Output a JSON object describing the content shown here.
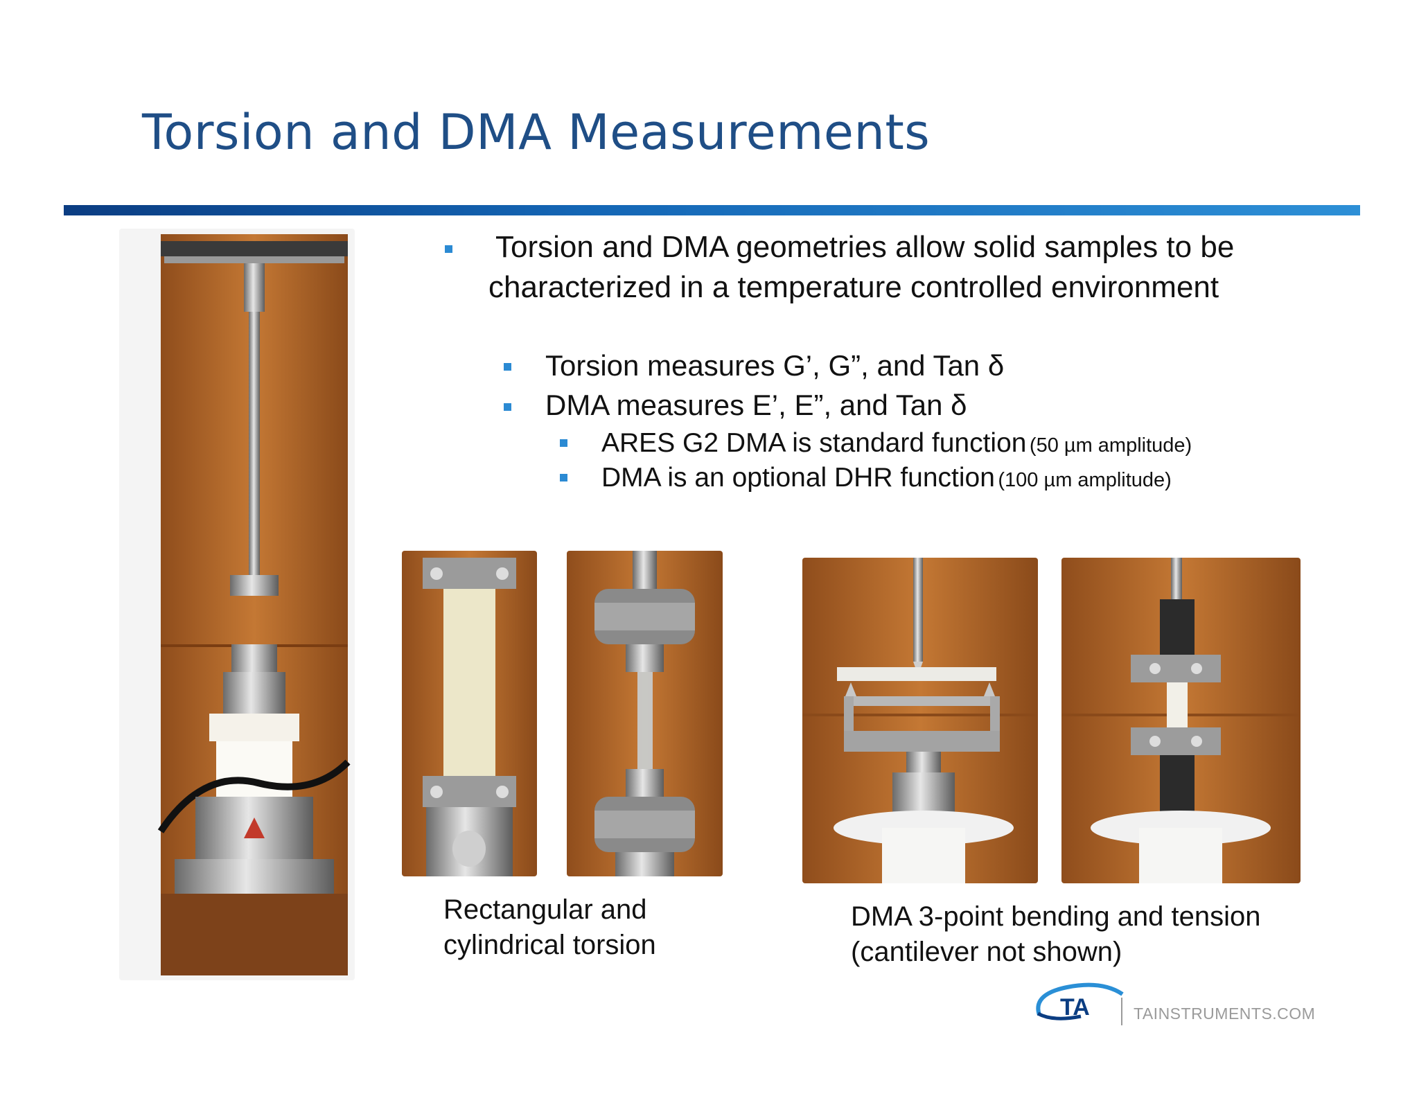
{
  "slide": {
    "title": "Torsion and DMA Measurements"
  },
  "bullets": {
    "b1_line1": "Torsion and DMA geometries allow solid samples to be",
    "b1_line2": "characterized in a temperature controlled environment",
    "b2": "Torsion measures G’, G”, and Tan",
    "b3": "DMA measures  E’, E”, and Tan",
    "b4_main": "ARES G2 DMA is standard  function",
    "b4_note": "(50 µm amplitude)",
    "b5_main": "DMA is an optional DHR function",
    "b5_note": "(100 µm amplitude)",
    "symbol": "δ"
  },
  "captions": {
    "torsion_line1": "Rectangular and",
    "torsion_line2": "cylindrical torsion",
    "dma_line1": "DMA 3-point bending and tension",
    "dma_line2": "(cantilever not shown)"
  },
  "footer": {
    "logo_text": "TA",
    "website": "TAINSTRUMENTS.COM"
  },
  "colors": {
    "title": "#1f4e86",
    "bullet": "#2b8ad3",
    "backdrop": "#b0652a"
  }
}
